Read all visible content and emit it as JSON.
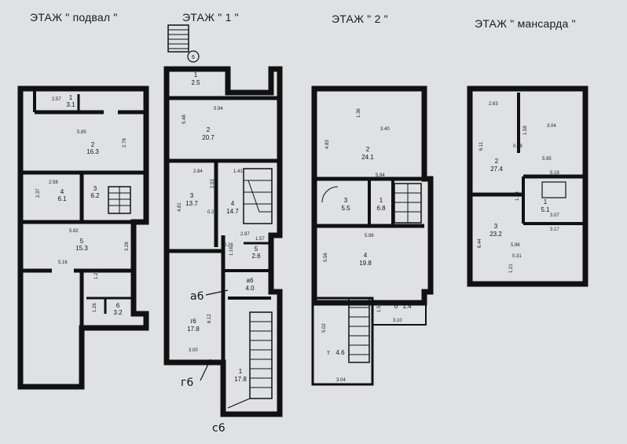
{
  "titles": {
    "basement": "ЭТАЖ \" подвал \"",
    "floor1": "ЭТАЖ \" 1 \"",
    "floor2": "ЭТАЖ \" 2 \"",
    "attic": "ЭТАЖ \" мансарда \""
  },
  "basement": {
    "rooms": [
      {
        "num": "1",
        "area": "3.1"
      },
      {
        "num": "2",
        "area": "16.3"
      },
      {
        "num": "4",
        "area": "6.1"
      },
      {
        "num": "3",
        "area": "6.2"
      },
      {
        "num": "5",
        "area": "15.3"
      },
      {
        "num": "6",
        "area": "3.2"
      }
    ],
    "dims": [
      "2.57",
      "5.85",
      "2.78",
      "2.58",
      "2.37",
      "5.82",
      "3.28",
      "5.16",
      "1.28",
      "1.26"
    ]
  },
  "floor1": {
    "marker": "6",
    "rooms": [
      {
        "num": "1",
        "area": "2.5"
      },
      {
        "num": "2",
        "area": "20.7"
      },
      {
        "num": "3",
        "area": "13.7"
      },
      {
        "num": "4",
        "area": "14.7"
      },
      {
        "num": "5",
        "area": "2.6"
      },
      {
        "num": "а6",
        "area": "4.0"
      },
      {
        "num": "г6",
        "area": "17.8"
      },
      {
        "num": "1",
        "area": "17.8"
      }
    ],
    "dims": [
      "5.94",
      "5.48",
      "2.84",
      "1.41",
      "2.53",
      "4.81",
      "0.26",
      "2.97",
      "0.26",
      "1.57",
      "1.16",
      "6.12",
      "3.00"
    ],
    "labels": {
      "a": "а6",
      "g": "г6",
      "c": "с6"
    }
  },
  "floor2": {
    "rooms": [
      {
        "num": "2",
        "area": "24.1"
      },
      {
        "num": "3",
        "area": "5.5"
      },
      {
        "num": "1",
        "area": "6.8"
      },
      {
        "num": "4",
        "area": "19.8"
      },
      {
        "num": "б",
        "area": "1.4"
      },
      {
        "num": "т",
        "area": "4.6"
      }
    ],
    "dims": [
      "1.36",
      "3.40",
      "4.83",
      "5.94",
      "5.96",
      "5.56",
      "1.56",
      "3.10",
      "5.02",
      "3.04"
    ]
  },
  "attic": {
    "rooms": [
      {
        "num": "2",
        "area": "27.4"
      },
      {
        "num": "1",
        "area": "5.1"
      },
      {
        "num": "3",
        "area": "23.2"
      }
    ],
    "dims": [
      "2.63",
      "3.04",
      "1.58",
      "0.28",
      "5.95",
      "6.11",
      "5.19",
      "3.07",
      "3.17",
      "5.96",
      "6.44",
      "0.31",
      "1.21",
      "1.28"
    ]
  }
}
